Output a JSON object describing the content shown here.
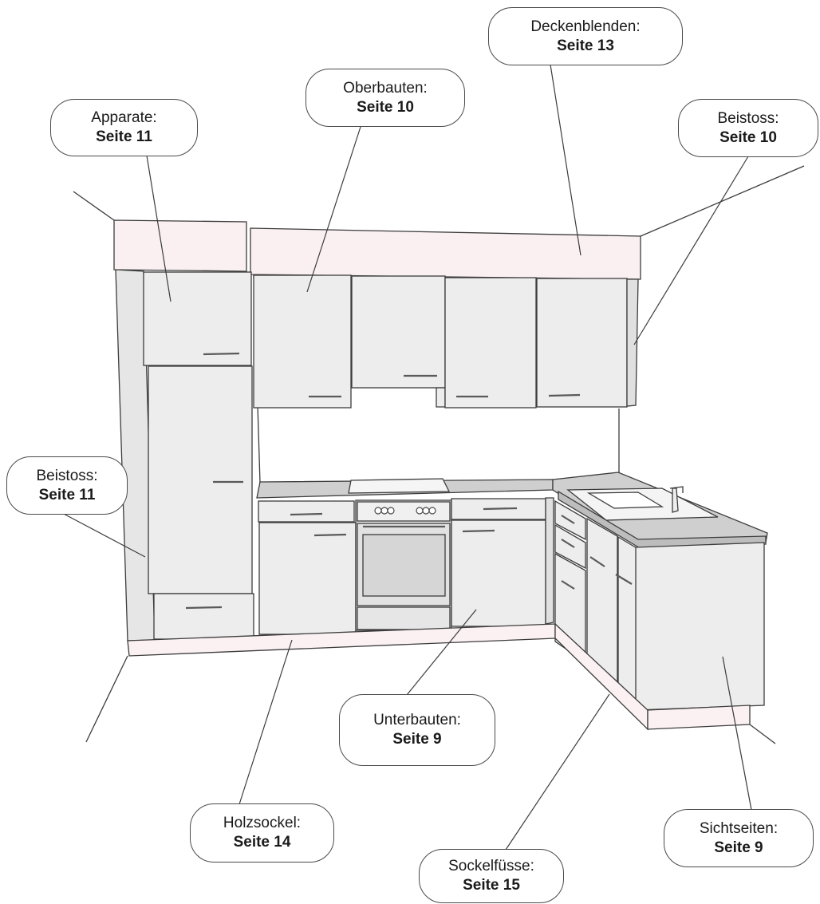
{
  "callouts": {
    "apparate": {
      "label": "Apparate:",
      "page": "Seite 11"
    },
    "oberbauten": {
      "label": "Oberbauten:",
      "page": "Seite 10"
    },
    "deckenblenden": {
      "label": "Deckenblenden:",
      "page": "Seite 13"
    },
    "beistoss_top": {
      "label": "Beistoss:",
      "page": "Seite 10"
    },
    "beistoss_left": {
      "label": "Beistoss:",
      "page": "Seite 11"
    },
    "unterbauten": {
      "label": "Unterbauten:",
      "page": "Seite 9"
    },
    "holzsockel": {
      "label": "Holzsockel:",
      "page": "Seite 14"
    },
    "sockelfuesse": {
      "label": "Sockelfüsse:",
      "page": "Seite 15"
    },
    "sichtseiten": {
      "label": "Sichtseiten:",
      "page": "Seite 9"
    }
  },
  "colors": {
    "front": "#ededed",
    "plinth": "#fbf1f3",
    "blend": "#faf0f1",
    "worktop": "#cfcfcf",
    "line": "#3c3c3c"
  }
}
